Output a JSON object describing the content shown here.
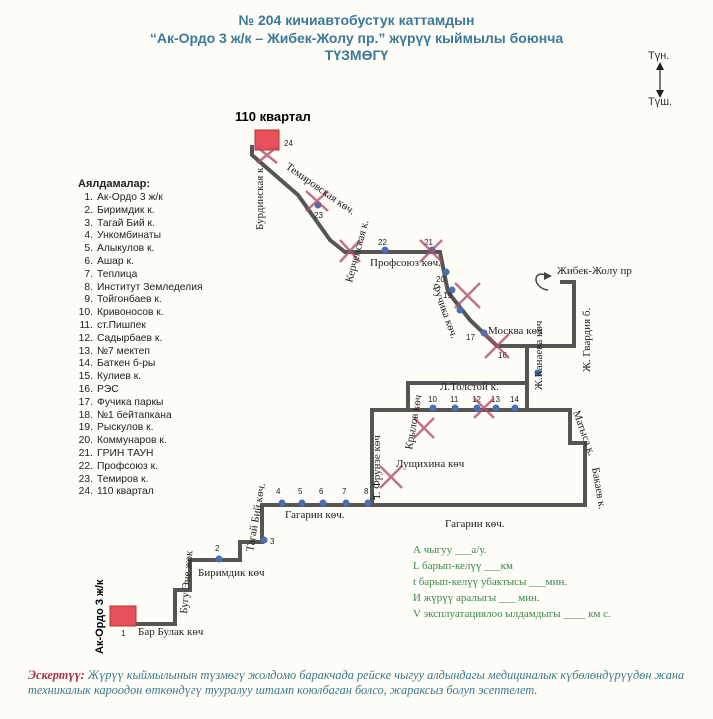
{
  "title": {
    "line1": "№ 204  кичиавтобустук каттамдын",
    "line2": "“Ак-Ордо 3 ж/к – Жибек-Жолу пр.” жүрүү кыймылы боюнча",
    "line3": "ТҮЗМӨГҮ"
  },
  "compass": {
    "north": "Түн.",
    "south": "Түш."
  },
  "terminals": {
    "north": "110 квартал",
    "south": "Ак-Ордо 3 ж/к",
    "north_num": "24",
    "south_num": "1"
  },
  "stops_heading": "Аялдамалар:",
  "stops": [
    {
      "n": "1.",
      "name": "Ак-Ордо 3 ж/к"
    },
    {
      "n": "2.",
      "name": "Биримдик к."
    },
    {
      "n": "3.",
      "name": "Тагай Бий к."
    },
    {
      "n": "4.",
      "name": "Ункомбинаты"
    },
    {
      "n": "5.",
      "name": "Алыкулов к."
    },
    {
      "n": "6.",
      "name": "Ашар к."
    },
    {
      "n": "7.",
      "name": "Теплица"
    },
    {
      "n": "8.",
      "name": "Институт Земледелия"
    },
    {
      "n": "9.",
      "name": "Тойгонбаев к."
    },
    {
      "n": "10.",
      "name": "Кривоносов к."
    },
    {
      "n": "11.",
      "name": "ст.Пишпек"
    },
    {
      "n": "12.",
      "name": "Садырбаев к."
    },
    {
      "n": "13.",
      "name": "№7 мектеп"
    },
    {
      "n": "14.",
      "name": "Баткен б-ры"
    },
    {
      "n": "15.",
      "name": "Кулиев к."
    },
    {
      "n": "16.",
      "name": "РЭС"
    },
    {
      "n": "17.",
      "name": "Фучика паркы"
    },
    {
      "n": "18.",
      "name": "№1 бейтапкана"
    },
    {
      "n": "19.",
      "name": "Рыскулов к."
    },
    {
      "n": "20.",
      "name": "Коммунаров к."
    },
    {
      "n": "21.",
      "name": "ГРИН ТАУН"
    },
    {
      "n": "22.",
      "name": "Профсоюз к."
    },
    {
      "n": "23.",
      "name": "Темиров к."
    },
    {
      "n": "24.",
      "name": "110 квартал"
    }
  ],
  "streets": {
    "burdinskaya": "Бурдинская к.",
    "temirovskaya": "Темировская кѳч.",
    "kerchenskaya": "Керченская к.",
    "profsoyuz": "Профсоюз кѳч.",
    "fuchika": "Фучика кѳч.",
    "moskva": "Москва кѳч",
    "kanaeva": "Ж.Канаева кѳч",
    "zhibek_zholu": "Жибек-Жолу пр",
    "gvardiya": "Ж. Гвардия б.",
    "tolstoy": "Л.Толстой к.",
    "krylov": "Крылов кѳч",
    "frunze": "Т. Фрунзе кѳч",
    "lushikhina": "Лущихина кѳч",
    "matysa": "Матыса к.",
    "bakaev": "Бакаев к.",
    "gagarin_left": "Гагарин кѳч.",
    "gagarin_right": "Гагарин кѳч.",
    "tagai_biy": "Тагай Бий кѳч.",
    "birimdik": "Биримдик кѳч",
    "bugu_ene": "Бугу Эне жок",
    "bar_bulak": "Бар Булак кѳч"
  },
  "params": {
    "a": "А чыгуу ___а/у.",
    "l": "L барып-келүү ___км",
    "t": "t барып-келүү убактысы ___мин.",
    "i": "И жүрүү аралыгы ___ мин.",
    "v": "V эксплуатациялоо ылдамдыгы ____ км с."
  },
  "note": {
    "label": "Эскертүү:",
    "text": " Жүрүү кыймылынын түзмөгү жолдомо баракчада рейске чыгуу алдындагы медициналык күбөлөндүрүүдөн жана техникалык кароодон өткөндүгү тууралуу штамп коюлбаган болсо, жараксыз болуп эсептелет."
  },
  "colors": {
    "route": "#555555",
    "stop": "#4a6fb0",
    "terminal": "#e8505a",
    "closed": "#b0506a",
    "title": "#3b7a9a"
  }
}
